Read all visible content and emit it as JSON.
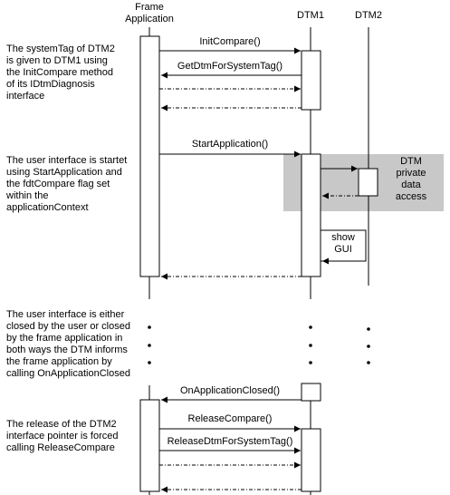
{
  "participants": {
    "frame": "Frame\nApplication",
    "dtm1": "DTM1",
    "dtm2": "DTM2"
  },
  "notes": {
    "compare": "The systemTag of DTM2\nis given to DTM1 using\nthe InitCompare method\nof its IDtmDiagnosis\ninterface",
    "start": "The user interface is startet\nusing StartApplication and\nthe fdtCompare flag set\nwithin the\napplicationContext",
    "closed": "The user interface is either\nclosed by the user or closed\nby the frame application in\nboth ways the DTM informs\nthe frame application by\ncalling OnApplicationClosed",
    "release": "The release of the DTM2\ninterface pointer is forced\ncalling ReleaseCompare"
  },
  "messages": {
    "init_compare": "InitCompare()",
    "get_dtm": "GetDtmForSystemTag()",
    "start_app": "StartApplication()",
    "on_closed": "OnApplicationClosed()",
    "release_compare": "ReleaseCompare()",
    "release_dtm": "ReleaseDtmForSystemTag()"
  },
  "boxes": {
    "private": "DTM\nprivate\ndata\naccess",
    "show_gui": "show\nGUI"
  },
  "colors": {
    "shade": "#c8c8c8",
    "line": "#000000"
  }
}
